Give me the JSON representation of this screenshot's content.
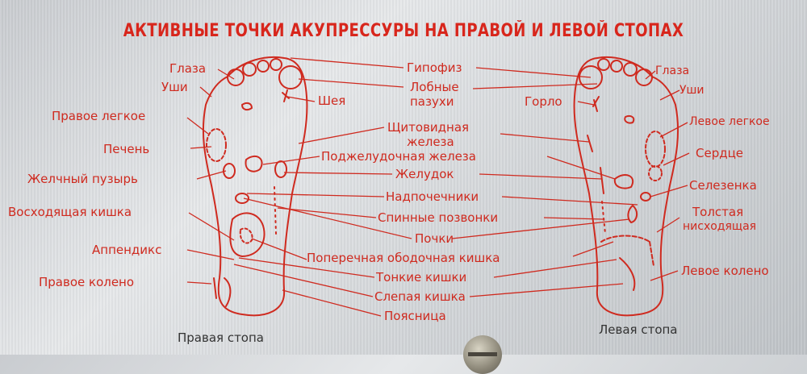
{
  "title": "АКТИВНЫЕ ТОЧКИ АКУПРЕССУРЫ НА ПРАВОЙ И ЛЕВОЙ СТОПАХ",
  "right_foot": {
    "caption": "Правая стопа",
    "labels": {
      "eyes": "Глаза",
      "ears": "Уши",
      "right_lung": "Правое легкое",
      "liver": "Печень",
      "gallbladder": "Желчный пузырь",
      "ascending_colon": "Восходящая кишка",
      "appendix": "Аппендикс",
      "right_knee": "Правое колено",
      "neck": "Шея"
    }
  },
  "center": {
    "pituitary": "Гипофиз",
    "sinuses_1": "Лобные",
    "sinuses_2": "пазухи",
    "thyroid_1": "Щитовидная",
    "thyroid_2": "железа",
    "pancreas": "Поджелудочная железа",
    "stomach": "Желудок",
    "adrenals": "Надпочечники",
    "spine": "Спинные позвонки",
    "kidneys": "Почки",
    "transverse_colon": "Поперечная ободочная  кишка",
    "small_intestine": "Тонкие кишки",
    "cecum": "Слепая кишка",
    "lumbar": "Поясница"
  },
  "left_foot": {
    "caption": "Левая стопа",
    "labels": {
      "throat": "Горло",
      "eyes": "Глаза",
      "ears": "Уши",
      "left_lung": "Левое легкое",
      "heart": "Сердце",
      "spleen": "Селезенка",
      "descending_colon_1": "Толстая",
      "descending_colon_2": "нисходящая",
      "left_knee": "Левое колено"
    }
  },
  "colors": {
    "ink": "#cf2a1f",
    "plate": "#d4d7da"
  }
}
